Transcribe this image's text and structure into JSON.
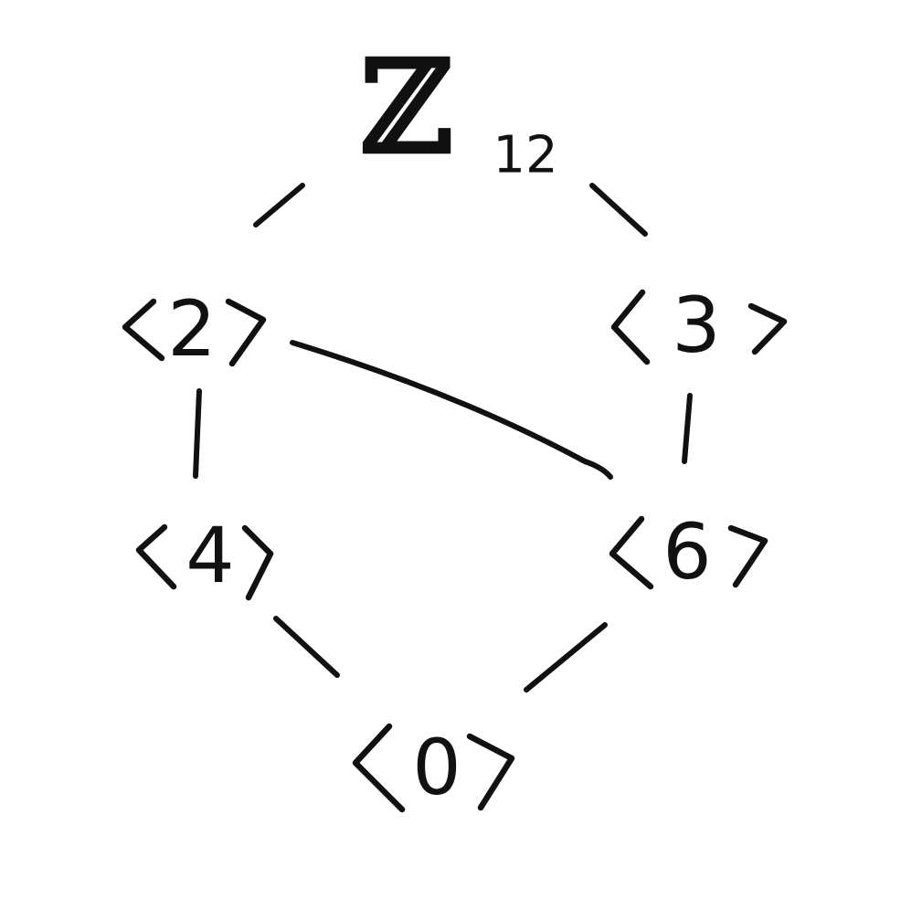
{
  "diagram": {
    "top": {
      "symbol": "ℤ",
      "subscript": "12"
    },
    "nodes": [
      {
        "id": "n2",
        "value": "2"
      },
      {
        "id": "n3",
        "value": "3"
      },
      {
        "id": "n4",
        "value": "4"
      },
      {
        "id": "n6",
        "value": "6"
      },
      {
        "id": "n0",
        "value": "0"
      }
    ],
    "edges": [
      {
        "from": "top",
        "to": "n2"
      },
      {
        "from": "top",
        "to": "n3"
      },
      {
        "from": "n2",
        "to": "n4"
      },
      {
        "from": "n2",
        "to": "n6"
      },
      {
        "from": "n3",
        "to": "n6"
      },
      {
        "from": "n4",
        "to": "n0"
      },
      {
        "from": "n6",
        "to": "n0"
      }
    ],
    "colors": {
      "ink": "#111111",
      "background": "#ffffff"
    }
  }
}
